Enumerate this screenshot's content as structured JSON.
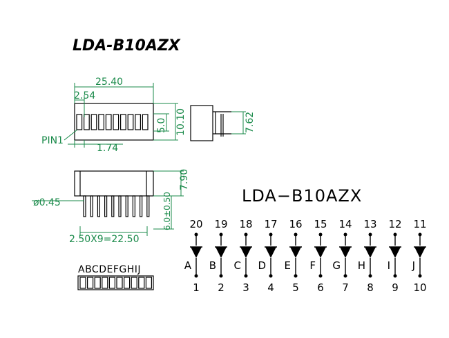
{
  "part_title": "LDA-B10AZX",
  "schematic_title": "LDA−B10AZX",
  "dimensions": {
    "overall_width": "25.40",
    "pitch_top": "2.54",
    "height": "10.10",
    "segment_height": "5.0",
    "pin1_label": "PIN1",
    "segment_offset": "1.74",
    "depth": "7.62",
    "pin_diameter": "ø0.45",
    "body_height": "7.90",
    "pin_length": "6.0±0.50",
    "pin_span": "2.50X9=22.50"
  },
  "segment_letters": "ABCDEFGHIJ",
  "diodes": [
    {
      "anode": "20",
      "letter": "A",
      "cathode": "1"
    },
    {
      "anode": "19",
      "letter": "B",
      "cathode": "2"
    },
    {
      "anode": "18",
      "letter": "C",
      "cathode": "3"
    },
    {
      "anode": "17",
      "letter": "D",
      "cathode": "4"
    },
    {
      "anode": "16",
      "letter": "E",
      "cathode": "5"
    },
    {
      "anode": "15",
      "letter": "F",
      "cathode": "6"
    },
    {
      "anode": "14",
      "letter": "G",
      "cathode": "7"
    },
    {
      "anode": "13",
      "letter": "H",
      "cathode": "8"
    },
    {
      "anode": "12",
      "letter": "I",
      "cathode": "9"
    },
    {
      "anode": "11",
      "letter": "J",
      "cathode": "10"
    }
  ]
}
